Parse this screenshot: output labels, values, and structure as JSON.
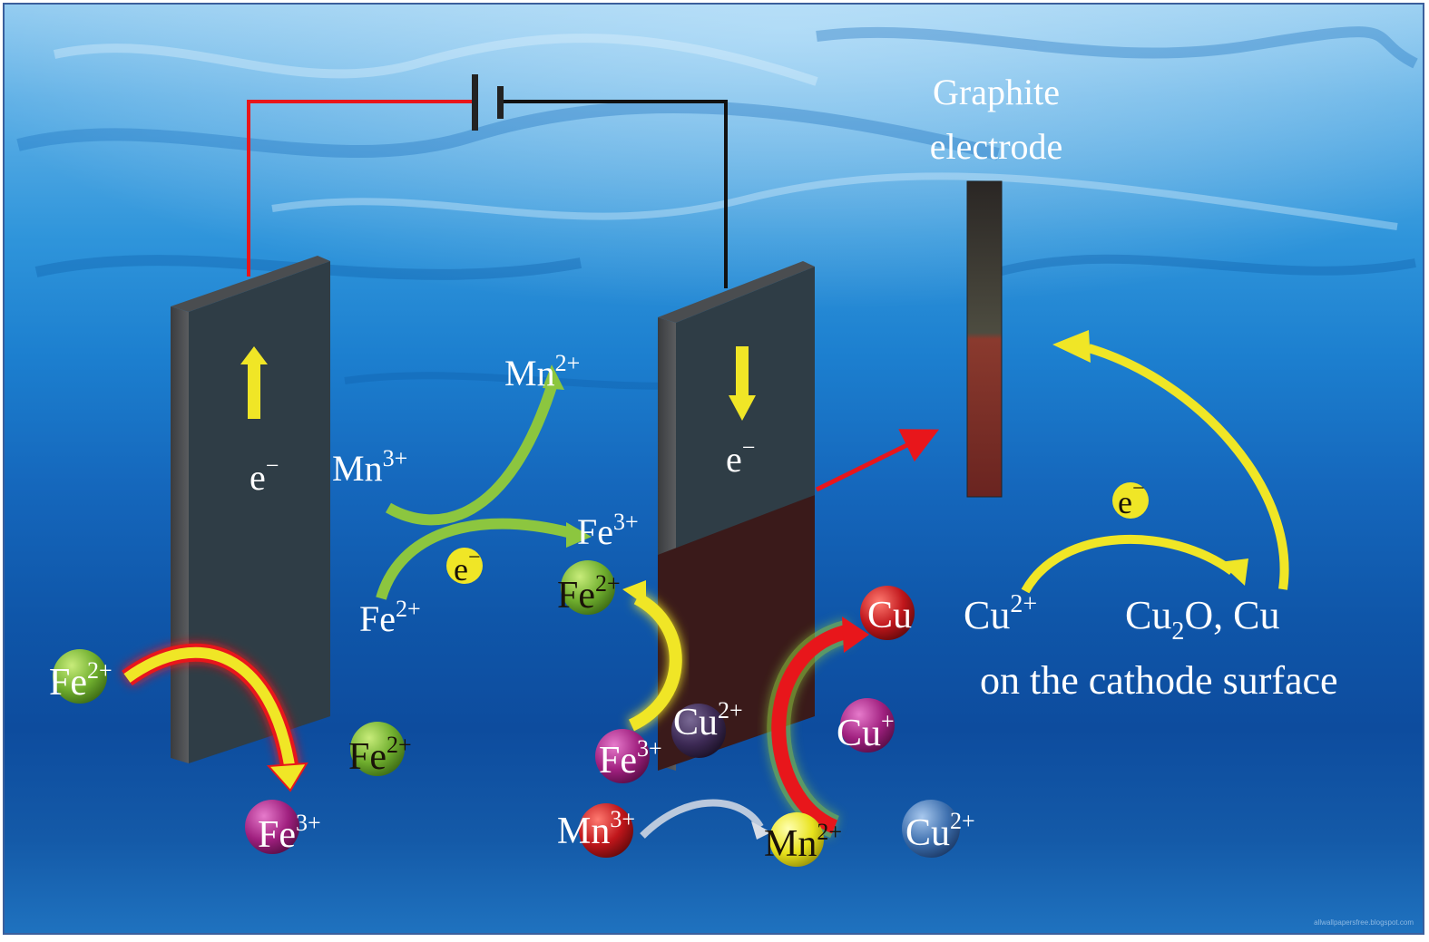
{
  "figure": {
    "title": "Electrochemical removal of Fe/Mn and copper deposition on graphite cathode",
    "watermark": "allwallpapersfree.blogspot.com"
  },
  "graphite_photo": {
    "label_line1": "Graphite",
    "label_line2": "electrode"
  },
  "anode": {
    "electron_label": "e",
    "electron_charge": "−",
    "arrow_direction": "up"
  },
  "cathode": {
    "electron_label": "e",
    "electron_charge": "−",
    "arrow_direction": "down"
  },
  "middle_reaction": {
    "mn3": {
      "symbol": "Mn",
      "charge": "3+"
    },
    "mn2": {
      "symbol": "Mn",
      "charge": "2+"
    },
    "fe2": {
      "symbol": "Fe",
      "charge": "2+"
    },
    "fe3": {
      "symbol": "Fe",
      "charge": "3+"
    },
    "electron": {
      "symbol": "e",
      "charge": "−"
    }
  },
  "anode_ions": [
    {
      "id": "fe2-left",
      "symbol": "Fe",
      "charge": "2+",
      "color": "#6fae2e",
      "text_color": "#ffffff"
    },
    {
      "id": "fe2-mid",
      "symbol": "Fe",
      "charge": "2+",
      "color": "#6fae2e",
      "text_color": "#1a1208"
    },
    {
      "id": "fe3-bottom",
      "symbol": "Fe",
      "charge": "3+",
      "color": "#a0207f",
      "text_color": "#ffffff"
    }
  ],
  "cathode_ions": [
    {
      "id": "fe2-cathode",
      "symbol": "Fe",
      "charge": "2+",
      "color": "#6fae2e",
      "text_color": "#1a1208"
    },
    {
      "id": "fe3-cathode",
      "symbol": "Fe",
      "charge": "3+",
      "color": "#a0207f",
      "text_color": "#ffffff"
    },
    {
      "id": "cu2-cathode",
      "symbol": "Cu",
      "charge": "2+",
      "color": "#3d2a55",
      "text_color": "#ffffff"
    },
    {
      "id": "cu-product",
      "symbol": "Cu",
      "charge": "",
      "color": "#c0161b",
      "text_color": "#ffffff"
    },
    {
      "id": "cu1",
      "symbol": "Cu",
      "charge": "+",
      "color": "#a0207f",
      "text_color": "#ffffff"
    },
    {
      "id": "mn3-bottom",
      "symbol": "Mn",
      "charge": "3+",
      "color": "#c0161b",
      "text_color": "#ffffff"
    },
    {
      "id": "mn2-bottom",
      "symbol": "Mn",
      "charge": "2+",
      "color": "#e8e21c",
      "text_color": "#1a1208"
    },
    {
      "id": "cu2-bottom",
      "symbol": "Cu",
      "charge": "2+",
      "color": "#3d6fae",
      "text_color": "#ffffff"
    }
  ],
  "surface_reaction": {
    "reactant": {
      "symbol": "Cu",
      "charge": "2+"
    },
    "electron": {
      "symbol": "e",
      "charge": "−"
    },
    "product_text_a": "Cu",
    "product_sub": "2",
    "product_text_b": "O, Cu",
    "caption": "on the cathode surface"
  },
  "colors": {
    "anode_wire": "#e8161b",
    "cathode_wire": "#111111",
    "electrode_face": "#2f3d46",
    "electrode_edge": "#4a4d50",
    "copper_deposit": "#3a1a1a",
    "arrow_yellow": "#f0e626",
    "arrow_red": "#e8161b",
    "arrow_green": "#8cc63f"
  }
}
